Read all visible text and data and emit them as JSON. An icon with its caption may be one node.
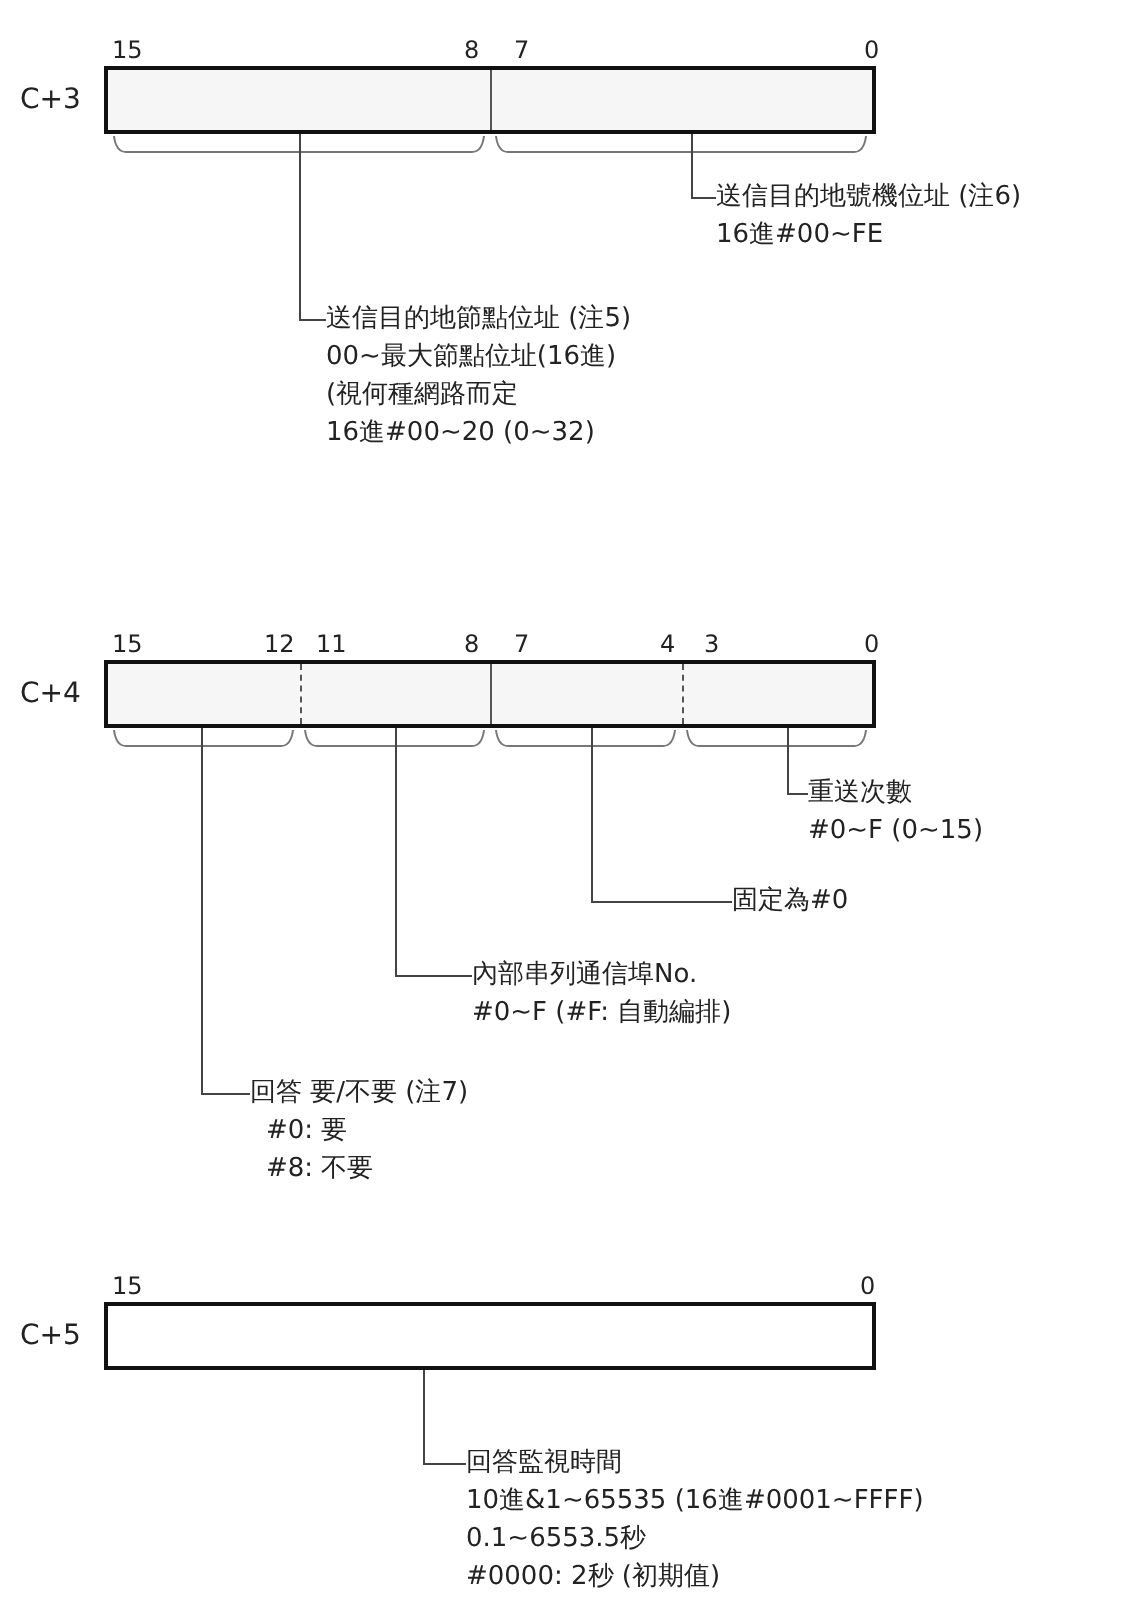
{
  "diagram": {
    "nodes": [
      {
        "text": [],
        "shape": "box",
        "beside": [
          "C+3"
        ]
      },
      {
        "text": [],
        "shape": "box",
        "in": 0
      },
      {
        "text": [],
        "shape": "box",
        "in": 0
      },
      {
        "text": [
          "送信目的地號機位址 (注6)",
          "16進#00~FE"
        ]
      },
      {
        "text": [
          "送信目的地節點位址 (注5)",
          "00~最大節點位址(16進)",
          "(視何種網路而定",
          "16進#00~20 (0~32)"
        ]
      },
      {
        "text": [],
        "shape": "box",
        "beside": [
          "C+4"
        ]
      },
      {
        "text": [],
        "shape": "box",
        "in": 5
      },
      {
        "text": [],
        "shape": "box",
        "in": 5
      },
      {
        "text": [],
        "shape": "box",
        "in": 5
      },
      {
        "text": [],
        "shape": "box",
        "in": 5
      },
      {
        "text": [
          "重送次數",
          "#0~F (0~15)"
        ]
      },
      {
        "text": [
          "固定為#0"
        ]
      },
      {
        "text": [
          "內部串列通信埠No.",
          "#0~F (#F: 自動編排)"
        ]
      },
      {
        "text": [
          "回答 要/不要 (注7)",
          "#0: 要",
          "#8: 不要"
        ]
      },
      {
        "text": [],
        "shape": "box",
        "beside": [
          "C+5"
        ]
      },
      {
        "text": [
          "回答監視時間",
          "10進&1~65535 (16進#0001~FFFF)",
          "0.1~6553.5秒",
          "#0000: 2秒 (初期值)"
        ]
      }
    ],
    "edges": [
      {
        "from": 3,
        "to": 2,
        "arrow": "none"
      },
      {
        "from": 4,
        "to": 1,
        "arrow": "none"
      },
      {
        "from": 10,
        "to": 9,
        "arrow": "none"
      },
      {
        "from": 11,
        "to": 8,
        "arrow": "none"
      },
      {
        "from": 12,
        "to": 7,
        "arrow": "none"
      },
      {
        "from": 13,
        "to": 6,
        "arrow": "none"
      },
      {
        "from": 15,
        "to": 14,
        "arrow": "none"
      }
    ],
    "labels": [
      "15",
      "8",
      "7",
      "0",
      "15",
      "12",
      "11",
      "8",
      "7",
      "4",
      "3",
      "0",
      "15",
      "0"
    ]
  }
}
